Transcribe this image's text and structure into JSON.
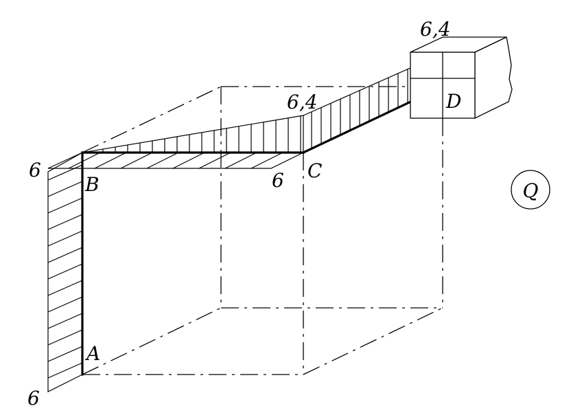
{
  "labels": {
    "point_a": "A",
    "point_b": "B",
    "point_c": "C",
    "point_d": "D",
    "load": "Q"
  },
  "values": {
    "left_top": "6",
    "left_bottom": "6",
    "bc_end": "6",
    "c_top": "6,4",
    "d_top": "6,4"
  },
  "colors": {
    "ink": "#000000",
    "background": "#ffffff"
  }
}
